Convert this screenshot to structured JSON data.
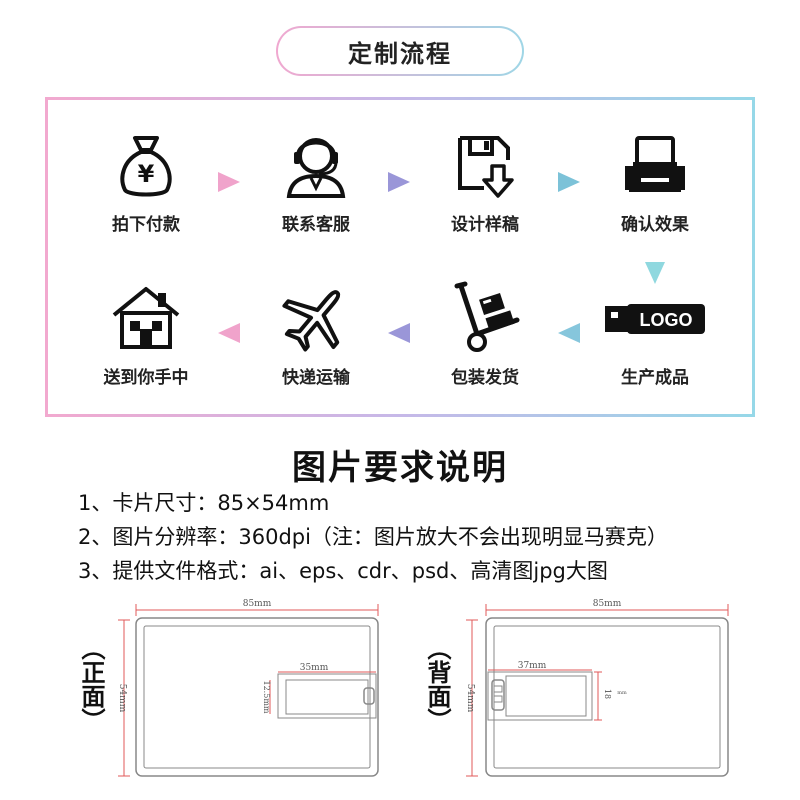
{
  "header": {
    "title": "定制流程"
  },
  "process": {
    "steps": [
      {
        "label": "拍下付款",
        "icon": "money-bag-icon"
      },
      {
        "label": "联系客服",
        "icon": "customer-service-icon"
      },
      {
        "label": "设计样稿",
        "icon": "design-save-icon"
      },
      {
        "label": "确认效果",
        "icon": "printer-icon"
      },
      {
        "label": "生产成品",
        "icon": "usb-logo-icon",
        "icon_text": "LOGO"
      },
      {
        "label": "包装发货",
        "icon": "hand-truck-icon"
      },
      {
        "label": "快递运输",
        "icon": "airplane-icon"
      },
      {
        "label": "送到你手中",
        "icon": "house-icon"
      }
    ],
    "arrow_colors": [
      "#f0a3cb",
      "#9a96d8",
      "#7cc2d8",
      "#8fd8df",
      "#86c6dc",
      "#9a96d8",
      "#f0a3cb"
    ]
  },
  "requirements": {
    "title": "图片要求说明",
    "items": [
      "1、卡片尺寸：85×54mm",
      "2、图片分辨率：360dpi（注：图片放大不会出现明显马赛克）",
      "3、提供文件格式：ai、eps、cdr、psd、高清图jpg大图"
    ]
  },
  "cards": {
    "front": {
      "label": "（正面）",
      "width_label": "85mm",
      "height_label": "54mm",
      "slot_width_label": "35mm",
      "slot_height_label": "12.5mm"
    },
    "back": {
      "label": "（背面）",
      "width_label": "85mm",
      "height_label": "54mm",
      "slot_width_label": "37mm",
      "slot_height_label": "18",
      "slot_height_unit": "mm"
    }
  },
  "colors": {
    "dimension_line": "#e05a5a",
    "card_outline": "#888888",
    "pink": "#f0a8d0",
    "cyan": "#9fd6e6"
  }
}
